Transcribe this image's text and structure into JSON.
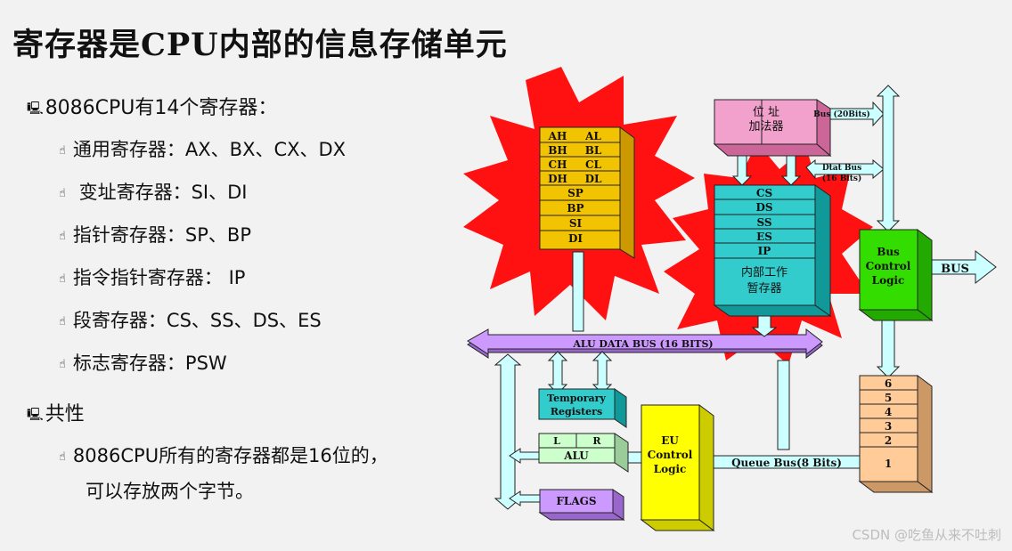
{
  "title": "寄存器是CPU内部的信息存储单元",
  "bullets": {
    "main_marker": "🖳",
    "sub_marker": "☝",
    "intro": "8086CPU有14个寄存器：",
    "items": [
      "通用寄存器：AX、BX、CX、DX",
      " 变址寄存器：SI、DI",
      "指针寄存器：SP、BP",
      "指令指针寄存器： IP",
      "段寄存器：CS、SS、DS、ES",
      "标志寄存器：PSW"
    ],
    "common_title": "共性",
    "common_text_1": "8086CPU所有的寄存器都是16位的，",
    "common_text_2": "可以存放两个字节。"
  },
  "diagram": {
    "general_registers": [
      "AH",
      "AL",
      "BH",
      "BL",
      "CH",
      "CL",
      "DH",
      "DL",
      "SP",
      "BP",
      "SI",
      "DI"
    ],
    "adder_label_1": "位  址",
    "adder_label_2": "加法器",
    "bus20": "Bus (20Bits)",
    "dtat_bus_1": "Dtat Bus",
    "dtat_bus_2": "(16 Bits)",
    "segment_registers": [
      "CS",
      "DS",
      "SS",
      "ES",
      "IP"
    ],
    "internal_temp_1": "内部工作",
    "internal_temp_2": "暂存器",
    "bus_control": [
      "Bus",
      "Control",
      "Logic"
    ],
    "bus_label": "BUS",
    "alu_bus": "ALU DATA BUS (16 BITS)",
    "temp_regs": [
      "Temporary",
      "Registers"
    ],
    "alu_l": "L",
    "alu_r": "R",
    "alu": "ALU",
    "flags": "FLAGS",
    "eu_control": [
      "EU",
      "Control",
      "Logic"
    ],
    "queue_bus": "Queue  Bus(8 Bits)",
    "queue": [
      "6",
      "5",
      "4",
      "3",
      "2",
      "1"
    ],
    "colors": {
      "general": "#f2c300",
      "adder": "#f2a0cc",
      "segment": "#33cccc",
      "bus_control": "#33dd00",
      "alu_bus": "#cc99ff",
      "temp": "#33cccc",
      "alu": "#ccffcc",
      "flags": "#cc99ff",
      "eu": "#ffff00",
      "queue": "#ffcc99",
      "arrow": "#ccffff",
      "star": "#ff1111"
    }
  },
  "watermark": "CSDN @吃鱼从来不吐刺"
}
